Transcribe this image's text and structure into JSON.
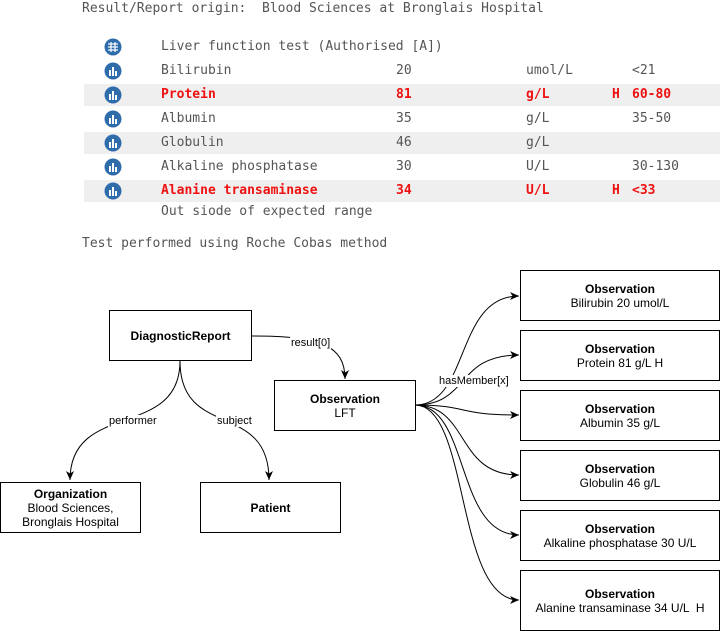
{
  "report": {
    "origin": "Result/Report origin:  Blood Sciences at Bronglais Hospital",
    "panel_title": "Liver function test (Authorised [A])",
    "rows": [
      {
        "name": "Bilirubin",
        "value": "20",
        "unit": "umol/L",
        "flag": "",
        "range": "<21",
        "abnormal": false
      },
      {
        "name": "Protein",
        "value": "81",
        "unit": "g/L",
        "flag": "H",
        "range": "60-80",
        "abnormal": true
      },
      {
        "name": "Albumin",
        "value": "35",
        "unit": "g/L",
        "flag": "",
        "range": "35-50",
        "abnormal": false
      },
      {
        "name": "Globulin",
        "value": "46",
        "unit": "g/L",
        "flag": "",
        "range": "",
        "abnormal": false
      },
      {
        "name": "Alkaline phosphatase",
        "value": "30",
        "unit": "U/L",
        "flag": "",
        "range": "30-130",
        "abnormal": false
      },
      {
        "name": "Alanine transaminase",
        "value": "34",
        "unit": "U/L",
        "flag": "H",
        "range": "<33",
        "abnormal": true
      }
    ],
    "range_note": "Out siode of expected range",
    "method_note": "Test performed using Roche Cobas method",
    "icon_names": {
      "panel": "table-grid-icon",
      "row": "bar-chart-icon"
    },
    "colors": {
      "abnormal": "#ee1111",
      "normal_text": "#555555",
      "icon_fill": "#2f6cab",
      "alt_row": "#efefef"
    }
  },
  "diagram": {
    "diagnostic_report": "DiagnosticReport",
    "observation_lft": {
      "title": "Observation",
      "subtitle": "LFT"
    },
    "organization": {
      "title": "Organization",
      "line1": "Blood Sciences,",
      "line2": "Bronglais Hospital"
    },
    "patient": "Patient",
    "edge_labels": {
      "result": "result[0]",
      "performer": "performer",
      "subject": "subject",
      "has_member": "hasMember[x]"
    },
    "members": [
      {
        "title": "Observation",
        "text": "Bilirubin 20 umol/L"
      },
      {
        "title": "Observation",
        "text": "Protein 81 g/L H"
      },
      {
        "title": "Observation",
        "text": "Albumin 35 g/L"
      },
      {
        "title": "Observation",
        "text": "Globulin 46 g/L"
      },
      {
        "title": "Observation",
        "text": "Alkaline phosphatase 30 U/L"
      },
      {
        "title": "Observation",
        "text": "Alanine transaminase 34 U/L  H"
      }
    ]
  }
}
